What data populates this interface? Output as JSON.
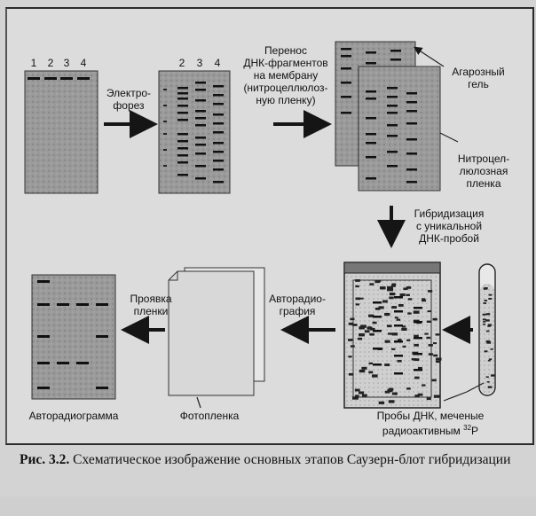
{
  "lane_numbers": [
    "1",
    "2",
    "3",
    "4"
  ],
  "lane_numbers_gel2": [
    "2",
    "3",
    "4"
  ],
  "step_electrophoresis": [
    "Электро-",
    "форез"
  ],
  "step_transfer": [
    "Перенос",
    "ДНК-фрагментов",
    "на мембрану",
    "(нитроцеллюлоз-",
    "ную пленку)"
  ],
  "label_agarose_gel": [
    "Агарозный",
    "гель"
  ],
  "label_nitrocellulose": [
    "Нитроцел-",
    "люлозная",
    "пленка"
  ],
  "step_hybridization": [
    "Гибридизация",
    "с уникальной",
    "ДНК-пробой"
  ],
  "step_develop": [
    "Проявка",
    "пленки"
  ],
  "step_autoradiography": [
    "Авторадио-",
    "графия"
  ],
  "label_autoradiogram": "Авторадиограмма",
  "label_photofilm": "Фотопленка",
  "label_probes_line1": "Пробы ДНК, меченые",
  "label_probes_line2": "радиоактивным",
  "label_probes_isotope": "32",
  "label_probes_element": "P",
  "caption_number": "Рис. 3.2.",
  "caption_text": "Схематическое изображение основных этапов Саузерн-блот гибридизации",
  "colors": {
    "gel": "#8c8c8c",
    "gel_light": "#b5b5b5",
    "membrane": "#a6a6a6",
    "band": "#111111",
    "arrow": "#151515"
  }
}
